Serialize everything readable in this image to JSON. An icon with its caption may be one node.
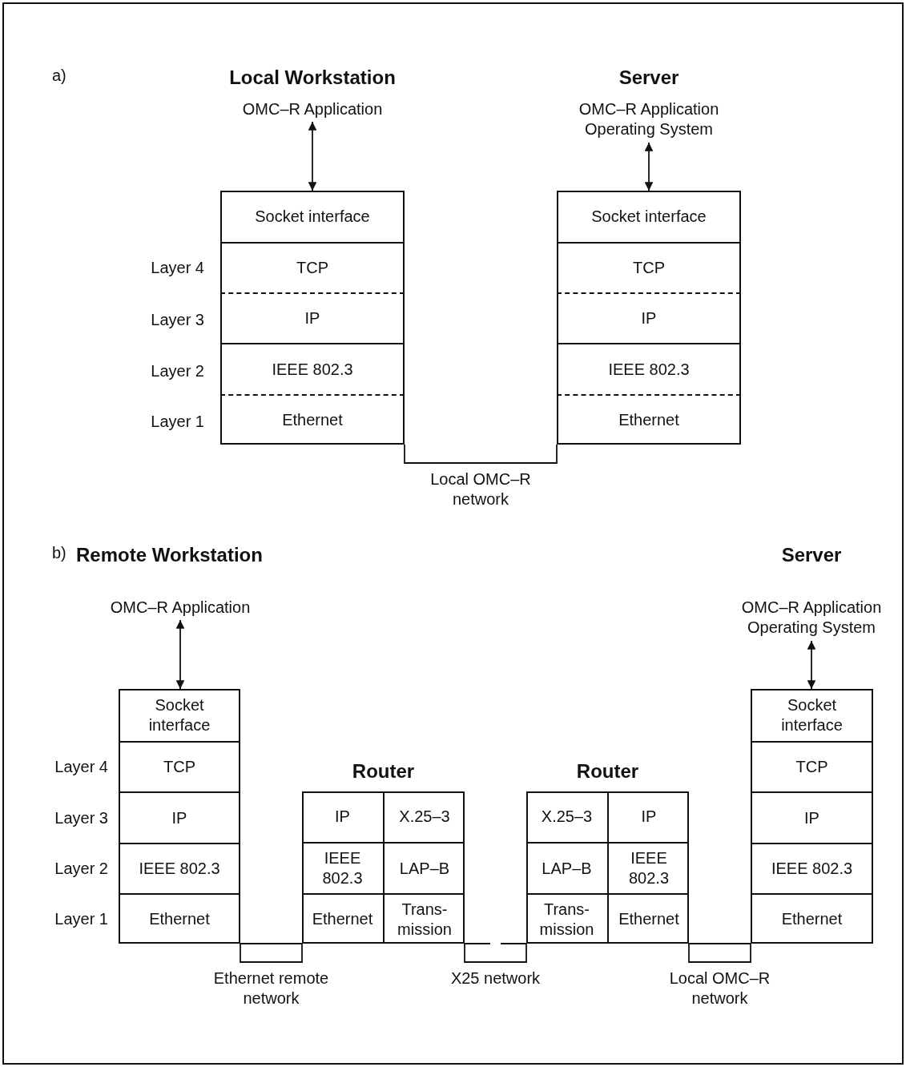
{
  "diagram": {
    "nodes": [
      {
        "text": [],
        "shape": "box"
      },
      {
        "text": [
          "Socket interface"
        ],
        "in": 0
      },
      {
        "text": [
          "TCP"
        ],
        "in": 0
      },
      {
        "text": [
          "IP"
        ],
        "in": 0
      },
      {
        "text": [
          "IEEE 802.3"
        ],
        "in": 0
      },
      {
        "text": [
          "Ethernet"
        ],
        "in": 0
      },
      {
        "text": [],
        "shape": "box"
      },
      {
        "text": [
          "Socket interface"
        ],
        "in": 6
      },
      {
        "text": [
          "TCP"
        ],
        "in": 6
      },
      {
        "text": [
          "IP"
        ],
        "in": 6
      },
      {
        "text": [
          "IEEE 802.3"
        ],
        "in": 6
      },
      {
        "text": [
          "Ethernet"
        ],
        "in": 6
      },
      {
        "text": [
          "OMC–R Application"
        ]
      },
      {
        "text": [
          "OMC–R Application Operating System"
        ]
      },
      {
        "text": [],
        "shape": "box"
      },
      {
        "text": [
          "Socket interface"
        ],
        "in": 14
      },
      {
        "text": [
          "TCP"
        ],
        "in": 14
      },
      {
        "text": [
          "IP"
        ],
        "in": 14
      },
      {
        "text": [
          "IEEE 802.3"
        ],
        "in": 14
      },
      {
        "text": [
          "Ethernet"
        ],
        "in": 14
      },
      {
        "text": [
          "Router"
        ]
      },
      {
        "text": [
          "IP"
        ],
        "in": 20
      },
      {
        "text": [
          "X.25–3"
        ],
        "in": 20
      },
      {
        "text": [
          "IEEE 802.3"
        ],
        "in": 20
      },
      {
        "text": [
          "LAP–B"
        ],
        "in": 20
      },
      {
        "text": [
          "Ethernet"
        ],
        "in": 20
      },
      {
        "text": [
          "Trans- mission"
        ],
        "in": 20
      },
      {
        "text": [
          "Router"
        ]
      },
      {
        "text": [
          "X.25–3"
        ],
        "in": 27
      },
      {
        "text": [
          "IP"
        ],
        "in": 27
      },
      {
        "text": [
          "LAP–B"
        ],
        "in": 27
      },
      {
        "text": [
          "IEEE 802.3"
        ],
        "in": 27
      },
      {
        "text": [
          "Trans- mission"
        ],
        "in": 27
      },
      {
        "text": [
          "Ethernet"
        ],
        "in": 27
      },
      {
        "text": [],
        "shape": "box"
      },
      {
        "text": [
          "Socket interface"
        ],
        "in": 34
      },
      {
        "text": [
          "TCP"
        ],
        "in": 34
      },
      {
        "text": [
          "IP"
        ],
        "in": 34
      },
      {
        "text": [
          "IEEE 802.3"
        ],
        "in": 34
      },
      {
        "text": [
          "Ethernet"
        ],
        "in": 34
      },
      {
        "text": [
          "OMC–R Application"
        ]
      },
      {
        "text": [
          "OMC–R Application Operating System"
        ]
      }
    ],
    "edges": [
      {
        "from": 12,
        "to": 1,
        "arrow": "both"
      },
      {
        "from": 13,
        "to": 7,
        "arrow": "both"
      },
      {
        "from": 5,
        "to": 11,
        "arrow": "none",
        "label": "Local OMC–R network"
      },
      {
        "from": 40,
        "to": 15,
        "arrow": "both"
      },
      {
        "from": 41,
        "to": 35,
        "arrow": "both"
      },
      {
        "from": 19,
        "to": 25,
        "arrow": "none",
        "label": "Ethernet remote network"
      },
      {
        "from": 26,
        "to": 32,
        "arrow": "none",
        "label": "X25 network"
      },
      {
        "from": 33,
        "to": 39,
        "arrow": "none",
        "label": "Local OMC–R network"
      }
    ],
    "labels": [
      "a)",
      "Local Workstation",
      "Server",
      "Layer 4",
      "Layer 3",
      "Layer 2",
      "Layer 1",
      "b)",
      "Remote Workstation",
      "Server",
      "Layer 4",
      "Layer 3",
      "Layer 2",
      "Layer 1"
    ]
  }
}
